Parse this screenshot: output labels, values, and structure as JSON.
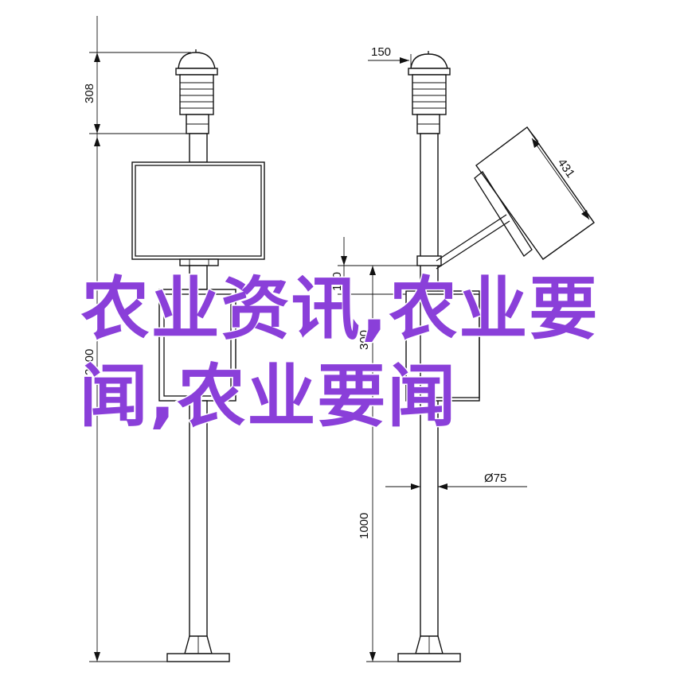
{
  "overlay": {
    "line1": "农业资讯,农业要",
    "line2": "闻,农业要闻",
    "color": "#8a3fd9"
  },
  "dimensions": {
    "d308": "308",
    "d2000": "2000",
    "d150": "150",
    "d431": "431",
    "d110": "110",
    "d300": "300",
    "d75": "Ø75",
    "d1000": "1000"
  },
  "drawing": {
    "line_color": "#111111",
    "background": "#ffffff"
  }
}
